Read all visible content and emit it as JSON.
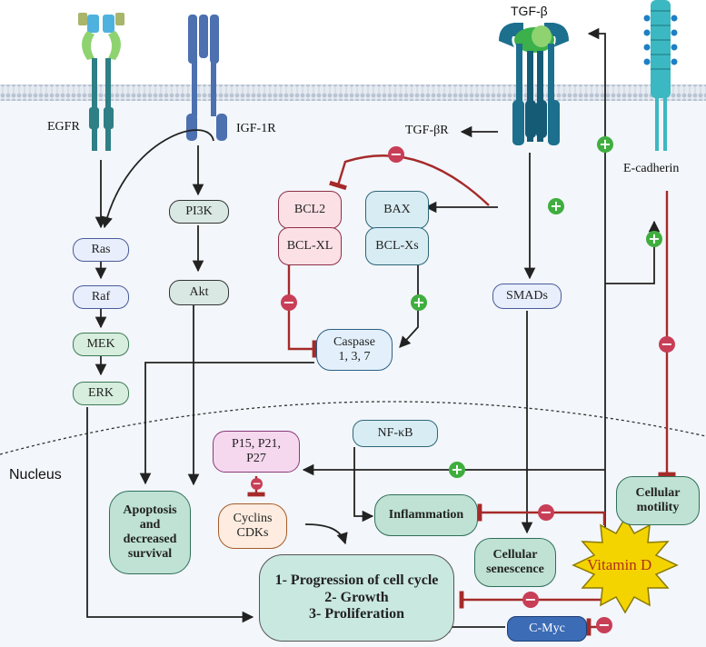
{
  "colors": {
    "membrane": "#b9c4d3",
    "cytoplasm": "#f3f6fa",
    "egfr": "#2e7f86",
    "igf1r": "#4c70b0",
    "tgfbr": "#1d6f8e",
    "ecadherin": "#3cb8c2",
    "inhibit": "#a52a2a",
    "activate": "#222222",
    "plus": "#3fae3f",
    "minus": "#c83e57",
    "vitamin_d": "#f4d400"
  },
  "receptors": {
    "egfr": "EGFR",
    "igf1r": "IGF-1R",
    "tgfb": "TGF-β",
    "tgfbr": "TGF-βR",
    "ecadherin": "E-cadherin"
  },
  "nodes": {
    "ras": "Ras",
    "raf": "Raf",
    "mek": "MEK",
    "erk": "ERK",
    "pi3k": "PI3K",
    "akt": "Akt",
    "bcl2": "BCL2",
    "bclxl": "BCL-XL",
    "bax": "BAX",
    "bclxs": "BCL-Xs",
    "caspase": "Caspase 1, 3, 7",
    "smads": "SMADs",
    "nfkb": "NF-κB",
    "p15": "P15, P21, P27",
    "cyclins": "Cyclins CDKs",
    "cmyc": "C-Myc"
  },
  "outcomes": {
    "apoptosis": "Apoptosis and decreased survival",
    "inflammation": "Inflammation",
    "senescence": "Cellular senescence",
    "progression": "1- Progression of cell cycle\n2- Growth\n3- Proliferation",
    "motility": "Cellular motility"
  },
  "regions": {
    "nucleus": "Nucleus"
  },
  "vitamin_d": "Vitamin D",
  "signs": {
    "plus": "+",
    "minus": "−"
  }
}
